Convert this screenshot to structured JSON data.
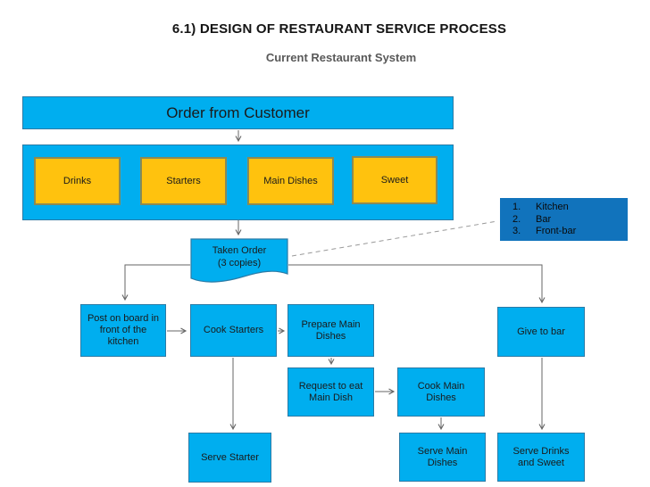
{
  "colors": {
    "cyan": "#00AEEF",
    "yellow": "#FFC20E",
    "dark-blue": "#1173BC",
    "line": "#666666"
  },
  "header": {
    "title": "6.1) DESIGN OF RESTAURANT SERVICE PROCESS",
    "subtitle": "Current Restaurant System"
  },
  "diagram": {
    "order_box": "Order from Customer",
    "categories": [
      "Drinks",
      "Starters",
      "Main Dishes",
      "Sweet"
    ],
    "destinations": [
      {
        "num": "1.",
        "label": "Kitchen"
      },
      {
        "num": "2.",
        "label": "Bar"
      },
      {
        "num": "3.",
        "label": "Front-bar"
      }
    ],
    "taken_order": {
      "line1": "Taken Order",
      "line2": "(3 copies)"
    },
    "post_on_board": "Post on board in front of the kitchen",
    "cook_starters": "Cook Starters",
    "prepare_main_dishes": "Prepare Main Dishes",
    "give_to_bar": "Give to bar",
    "request_to_eat": "Request to eat Main Dish",
    "cook_main_dishes": "Cook Main Dishes",
    "serve_starter": "Serve Starter",
    "serve_main_dishes": "Serve Main Dishes",
    "serve_drinks_and_sweet": "Serve Drinks and Sweet"
  }
}
